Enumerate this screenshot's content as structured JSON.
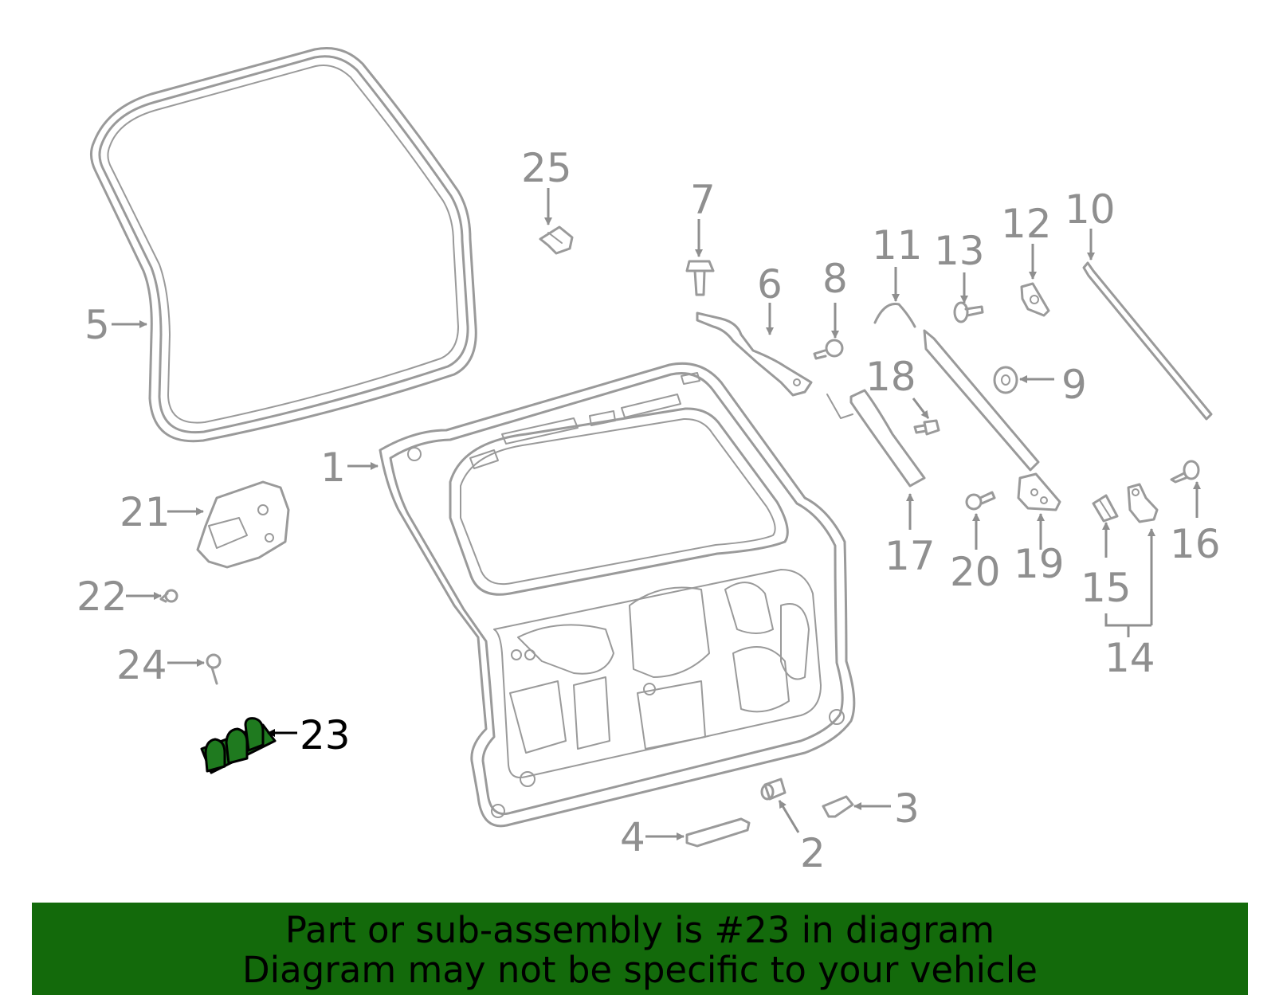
{
  "colors": {
    "part_stroke": "#9a9a9a",
    "callout_text": "#8f8f8f",
    "highlight_fill": "#1f7a1f",
    "highlight_text": "#000000",
    "banner_background": "#136a0b",
    "banner_text": "#000000"
  },
  "highlighted_part": "23",
  "callouts": {
    "c1": "1",
    "c2": "2",
    "c3": "3",
    "c4": "4",
    "c5": "5",
    "c6": "6",
    "c7": "7",
    "c8": "8",
    "c9": "9",
    "c10": "10",
    "c11": "11",
    "c12": "12",
    "c13": "13",
    "c14": "14",
    "c15": "15",
    "c16": "16",
    "c17": "17",
    "c18": "18",
    "c19": "19",
    "c20": "20",
    "c21": "21",
    "c22": "22",
    "c23": "23",
    "c24": "24",
    "c25": "25"
  },
  "banner": {
    "line1": "Part or sub-assembly is #23 in diagram",
    "line2": "Diagram may not be specific to your vehicle"
  }
}
